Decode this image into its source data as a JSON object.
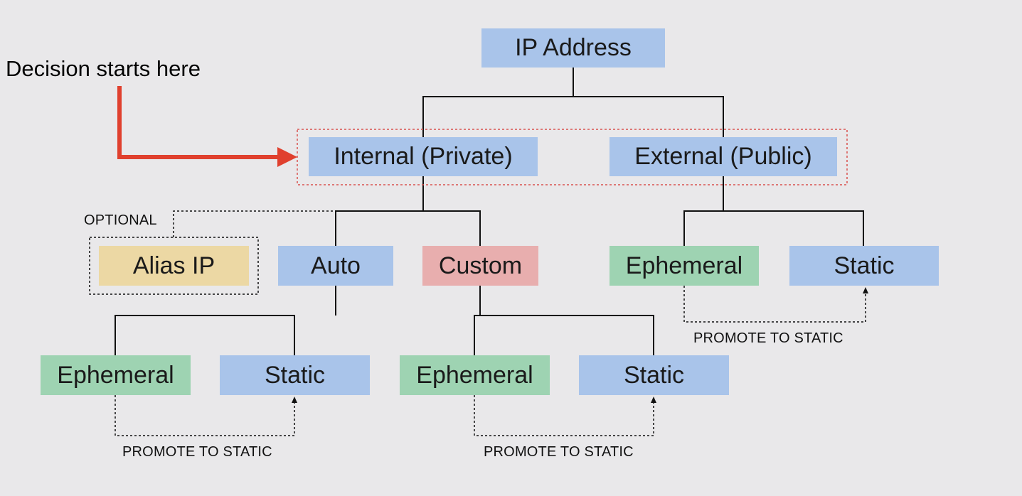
{
  "annotation": {
    "text": "Decision starts here"
  },
  "optional_label": "OPTIONAL",
  "promote_label": "PROMOTE TO STATIC",
  "nodes": {
    "root": "IP Address",
    "internal": "Internal (Private)",
    "external": "External (Public)",
    "alias": "Alias IP",
    "auto": "Auto",
    "custom": "Custom",
    "ext_ephemeral": "Ephemeral",
    "ext_static": "Static",
    "auto_ephemeral": "Ephemeral",
    "auto_static": "Static",
    "custom_ephemeral": "Ephemeral",
    "custom_static": "Static"
  },
  "colors": {
    "background": "#e9e8ea",
    "blue": "#a9c4ea",
    "green": "#9ed3b2",
    "red": "#e8aeae",
    "yellow": "#ecd8a4",
    "arrow": "#e0402e",
    "dashed_group": "#d9534f"
  }
}
